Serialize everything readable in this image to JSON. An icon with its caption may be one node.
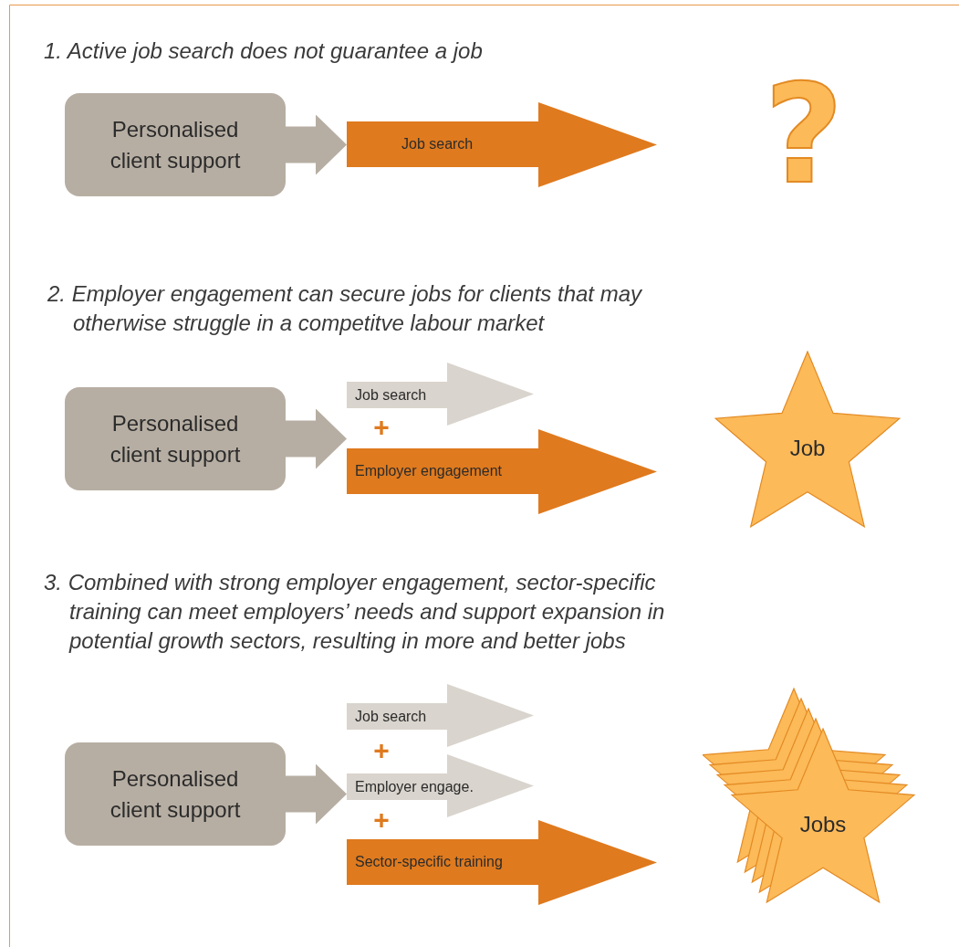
{
  "diagram": {
    "nodes": [
      {
        "text": [
          "Personalised client support"
        ]
      },
      {
        "text": [
          "Job search"
        ]
      },
      {
        "text": [
          "Personalised client support"
        ]
      },
      {
        "text": [
          "Job search"
        ]
      },
      {
        "text": [
          "Employer engagement"
        ]
      },
      {
        "text": [
          "Job"
        ]
      },
      {
        "text": [
          "Personalised client support"
        ]
      },
      {
        "text": [
          "Job search"
        ]
      },
      {
        "text": [
          "Employer engage."
        ]
      },
      {
        "text": [
          "Sector-specific training"
        ]
      },
      {
        "text": [
          "Jobs"
        ]
      }
    ],
    "edges": [
      {
        "from": 0,
        "to": 1,
        "arrow": "to"
      },
      {
        "from": 2,
        "to": 3,
        "arrow": "to"
      },
      {
        "from": 2,
        "to": 4,
        "arrow": "to"
      },
      {
        "from": 6,
        "to": 7,
        "arrow": "to"
      },
      {
        "from": 6,
        "to": 8,
        "arrow": "to"
      },
      {
        "from": 6,
        "to": 9,
        "arrow": "to"
      }
    ],
    "labels": [
      "1. Active job search does not guarantee a job",
      "?",
      "2. Employer engagement can secure jobs for clients that may otherwise struggle in a competitve labour market",
      "+",
      "3. Combined with strong employer engagement, sector-specific training can meet employers’ needs and support expansion in potential growth sectors, resulting in more and better jobs",
      "+",
      "+"
    ]
  }
}
